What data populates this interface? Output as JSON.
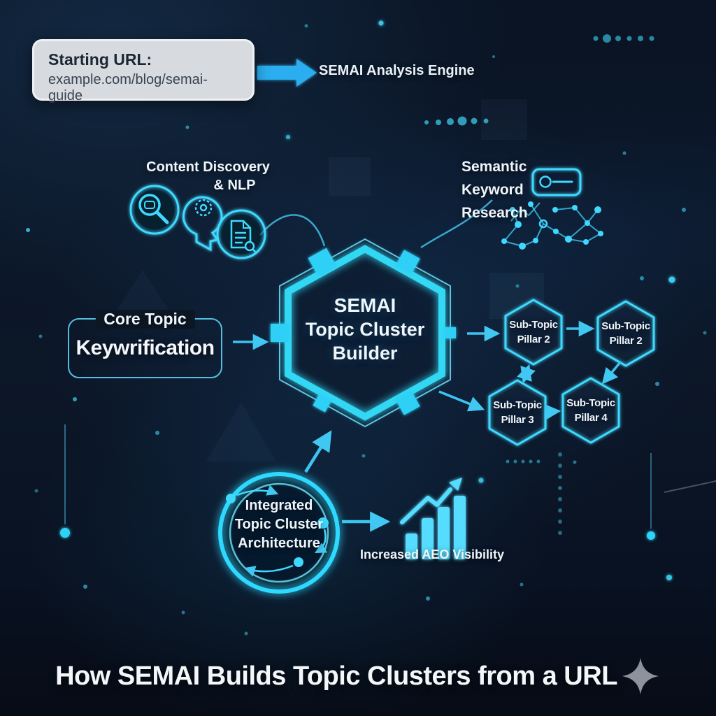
{
  "colors": {
    "background_navy": "#0b1626",
    "accent_cyan": "#35d9ff",
    "arrow_blue": "#2aaef0",
    "url_box_bg": "#d7dbe0",
    "url_box_text": "#1d2733",
    "text_white": "#f2f6fa",
    "sparkle_gray": "#8d939c"
  },
  "header": {
    "start_box": {
      "label": "Starting URL:",
      "url": "example.com/blog/semai-guide"
    },
    "engine_label": "SEMAI Analysis Engine"
  },
  "branches": {
    "content_discovery": {
      "line1": "Content Discovery",
      "line2": "& NLP",
      "icons": [
        "magnifier-icon",
        "nlp-head-gear-icon",
        "document-scan-icon"
      ]
    },
    "keyword_research": {
      "line1": "Semantic",
      "line2": "Keyword",
      "line3": "Research",
      "icons": [
        "search-bar-icon",
        "keyword-network-graph-icon"
      ]
    }
  },
  "hub": {
    "line1": "SEMAI",
    "line2": "Topic Cluster",
    "line3": "Builder"
  },
  "core_topic": {
    "label": "Core Topic",
    "value": "Keywrification"
  },
  "subtopics": [
    {
      "line1": "Sub-Topic",
      "line2": "Pillar 2"
    },
    {
      "line1": "Sub-Topic",
      "line2": "Pillar 2"
    },
    {
      "line1": "Sub-Topic",
      "line2": "Pillar 3"
    },
    {
      "line1": "Sub-Topic",
      "line2": "Pillar 4"
    }
  ],
  "architecture": {
    "line1": "Integrated",
    "line2": "Topic Cluster",
    "line3": "Architecture"
  },
  "outcome": {
    "label": "Increased AEO Visibility",
    "icon": "bar-chart-growth-icon"
  },
  "footer": {
    "title": "How SEMAI Builds Topic Clusters from a URL",
    "icon": "sparkle-icon"
  }
}
